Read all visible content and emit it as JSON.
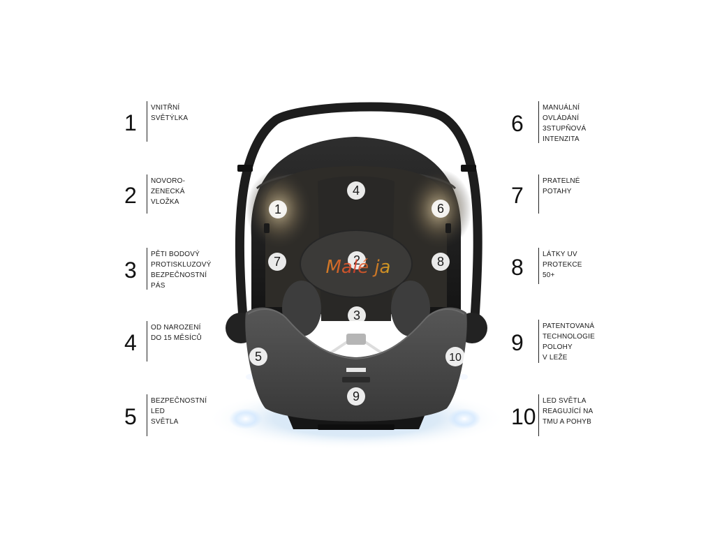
{
  "features_left": [
    {
      "number": "1",
      "text": "VNITŘNÍ\nSVĚTÝLKA"
    },
    {
      "number": "2",
      "text": "NOVORO-\nZENECKÁ\nVLOŽKA"
    },
    {
      "number": "3",
      "text": "PĚTI BODOVÝ\nPROTISKLUZOVÝ\nBEZPEČNOSTNÍ\nPÁS"
    },
    {
      "number": "4",
      "text": "OD NAROZENÍ\nDO 15 MĚSÍCŮ"
    },
    {
      "number": "5",
      "text": "BEZPEČNOSTNÍ\nLED\nSVĚTLA"
    }
  ],
  "features_right": [
    {
      "number": "6",
      "text": "MANUÁLNÍ\nOVLÁDÁNÍ\n3STUPŇOVÁ\nINTENZITA"
    },
    {
      "number": "7",
      "text": "PRATELNÉ\nPOTAHY"
    },
    {
      "number": "8",
      "text": "LÁTKY UV\nPROTEKCE\n50+"
    },
    {
      "number": "9",
      "text": "PATENTOVANÁ\nTECHNOLOGIE\nPOLOHY\nV LEŽE"
    },
    {
      "number": "10",
      "text": "LED SVĚTLA\nREAGUJÍCÍ NA\nTMU A POHYB"
    }
  ],
  "seat_markers": [
    "4",
    "1",
    "6",
    "2",
    "7",
    "8",
    "3",
    "5",
    "10",
    "9"
  ],
  "logo": {
    "text": "Malé ja"
  },
  "colors": {
    "text": "#111111",
    "rule": "#222222",
    "seat_dark": "#1d1d1d",
    "seat_fabric": "#4a4a4a",
    "led_glow": "#cfe6ff",
    "interior_light": "#b8a888"
  }
}
